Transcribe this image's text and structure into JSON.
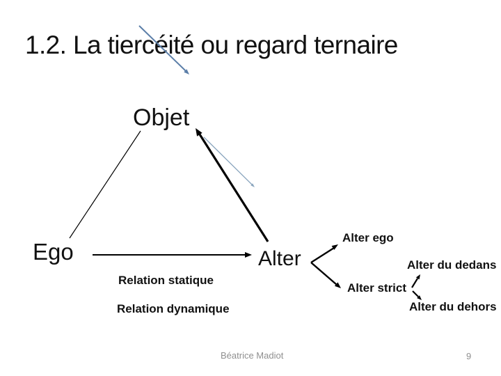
{
  "colors": {
    "text": "#111111",
    "line_black": "#000000",
    "accent_blue": "#5b7ea8",
    "light_blue": "#8aa5be",
    "footer_gray": "#8f8f8f"
  },
  "slide": {
    "title": "1.2. La tiercéité ou regard ternaire"
  },
  "diagram": {
    "node_top": "Objet",
    "node_left": "Ego",
    "node_right": "Alter",
    "label_static": "Relation statique",
    "label_dynamic": "Relation dynamique",
    "branch_alter_ego": "Alter ego",
    "branch_alter_strict": "Alter strict",
    "branch_alter_du_dedans": "Alter du dedans",
    "branch_alter_du_dehors": "Alter du dehors"
  },
  "footer": {
    "author": "Béatrice Madiot",
    "page_number": "9"
  }
}
